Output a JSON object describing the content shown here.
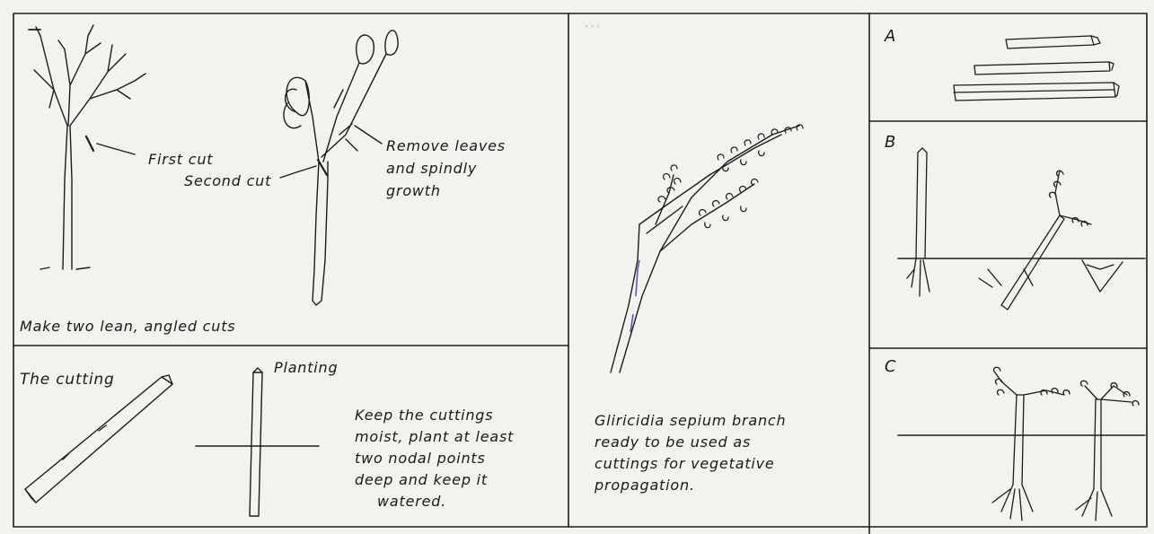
{
  "panel_top_left": {
    "first_cut": "First cut",
    "second_cut": "Second cut",
    "remove_leaves": [
      "Remove leaves",
      "and spindly",
      "growth"
    ],
    "caption": "Make two lean, angled cuts"
  },
  "panel_bottom_left": {
    "the_cutting": "The cutting",
    "planting": "Planting",
    "instructions": [
      "Keep the cuttings",
      "moist, plant at least",
      "two nodal points",
      "deep and keep it",
      "watered."
    ]
  },
  "panel_middle": {
    "caption": [
      "Gliricidia sepium branch",
      "ready to be used as",
      "cuttings for vegetative",
      "propagation."
    ]
  },
  "panel_right": {
    "label_a": "A",
    "label_b": "B",
    "label_c": "C"
  },
  "colors": {
    "ink": "#1c1c1c",
    "paper": "#f3f2ef",
    "stem_accent": "#5a55b8"
  }
}
